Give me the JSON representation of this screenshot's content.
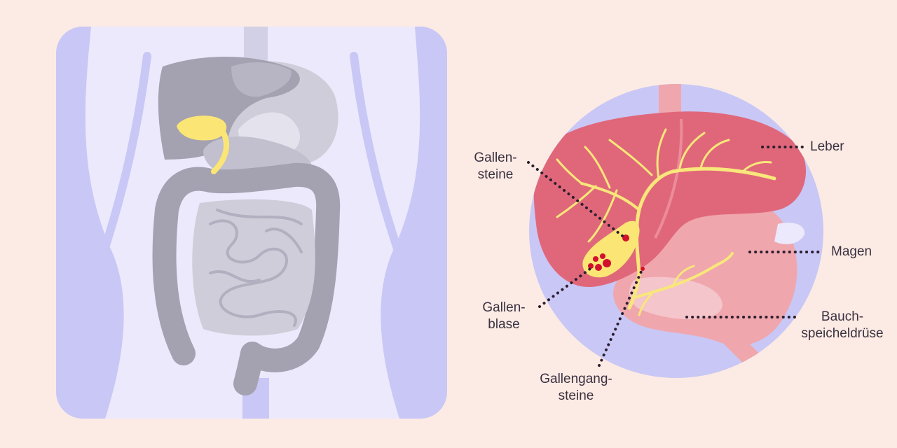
{
  "colors": {
    "background": "#fcebe4",
    "body_panel": "#ebe9fb",
    "body_shade": "#c9c7f5",
    "organ_gray": "#a4a2b1",
    "organ_light": "#cfcdd9",
    "gallbladder": "#fbe675",
    "liver": "#e0677a",
    "stomach": "#f0a6ad",
    "bile_duct": "#f8e77a",
    "stone": "#d2102e",
    "leader": "#2b1e2e"
  },
  "labels": {
    "gallensteine": {
      "line1": "Gallen-",
      "line2": "steine"
    },
    "gallenblase": {
      "line1": "Gallen-",
      "line2": "blase"
    },
    "gallengangsteine": {
      "line1": "Gallengang-",
      "line2": "steine"
    },
    "leber": "Leber",
    "magen": "Magen",
    "bauchspeicheldruese": {
      "line1": "Bauch-",
      "line2": "speicheldrüse"
    }
  }
}
